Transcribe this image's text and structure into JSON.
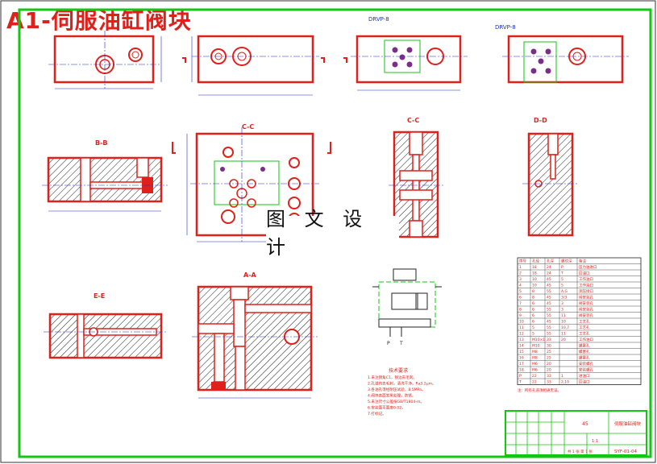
{
  "drawing_title": "A1-伺服油缸阀块",
  "watermark": "图 文 设 计",
  "top_views": {
    "label_a": "DRVP-8",
    "label_b": "DRVP-8"
  },
  "section_labels": {
    "b_b": "B-B",
    "c_c": "C-C",
    "d_d": "D-D",
    "e_e": "E-E",
    "a_a": "A-A"
  },
  "circuit": {
    "port_p": "P",
    "port_t": "T"
  },
  "tech_notes": {
    "heading": "技术要求",
    "lines": [
      "1.未注倒角C1，锐边去毛刺。",
      "2.孔道内去毛刺，清洗干净，Ra3.2μm。",
      "3.各油孔须经耐压试验，8.5MPa。",
      "4.阀块表面发黑处理，防锈。",
      "5.未注尺寸公差按GB/T1804-m。",
      "6.安装面平面度0.02。",
      "7.打标记。"
    ]
  },
  "hole_table": {
    "headers": [
      "序号",
      "孔径",
      "孔深",
      "螺纹深",
      "备注"
    ],
    "rows": [
      [
        "1",
        "18",
        "24",
        "P",
        "压力油进口"
      ],
      [
        "2",
        "18",
        "24",
        "T",
        "回油口"
      ],
      [
        "3",
        "10",
        "45",
        "5",
        "工作油口"
      ],
      [
        "4",
        "10",
        "45",
        "5",
        "工作油口"
      ],
      [
        "5",
        "8",
        "55",
        "A,G",
        "测压接口"
      ],
      [
        "6",
        "8",
        "45",
        "3/3",
        "阀安装孔"
      ],
      [
        "7",
        "6",
        "45",
        "3",
        "阀安装孔"
      ],
      [
        "8",
        "6",
        "55",
        "3",
        "阀安装孔"
      ],
      [
        "9",
        "6",
        "55",
        "11",
        "阀安装孔"
      ],
      [
        "10",
        "6",
        "45",
        "10",
        "工艺孔"
      ],
      [
        "11",
        "5",
        "55",
        "10,7",
        "工艺孔"
      ],
      [
        "12",
        "5",
        "55",
        "11",
        "工艺孔"
      ],
      [
        "13",
        "M10×1",
        "33",
        "20",
        "工作油口"
      ],
      [
        "14",
        "M10",
        "30",
        "",
        "螺塞孔"
      ],
      [
        "15",
        "M8",
        "25",
        "",
        "螺塞孔"
      ],
      [
        "16",
        "M8",
        "25",
        "",
        "螺塞孔"
      ],
      [
        "17",
        "M6",
        "20",
        "",
        "安装螺孔"
      ],
      [
        "18",
        "M6",
        "20",
        "",
        "安装螺孔"
      ],
      [
        "P",
        "22",
        "33",
        "1",
        "进油口"
      ],
      [
        "T",
        "22",
        "33",
        "2,10",
        "回油口"
      ]
    ],
    "footnote": "注：所有孔道须相通无误。"
  },
  "title_block": {
    "part_name": "伺服油缸阀块",
    "drawing_no": "SYF-01-04",
    "material": "45",
    "scale": "1:1",
    "sheets": "共 1 张  第 1 张"
  }
}
